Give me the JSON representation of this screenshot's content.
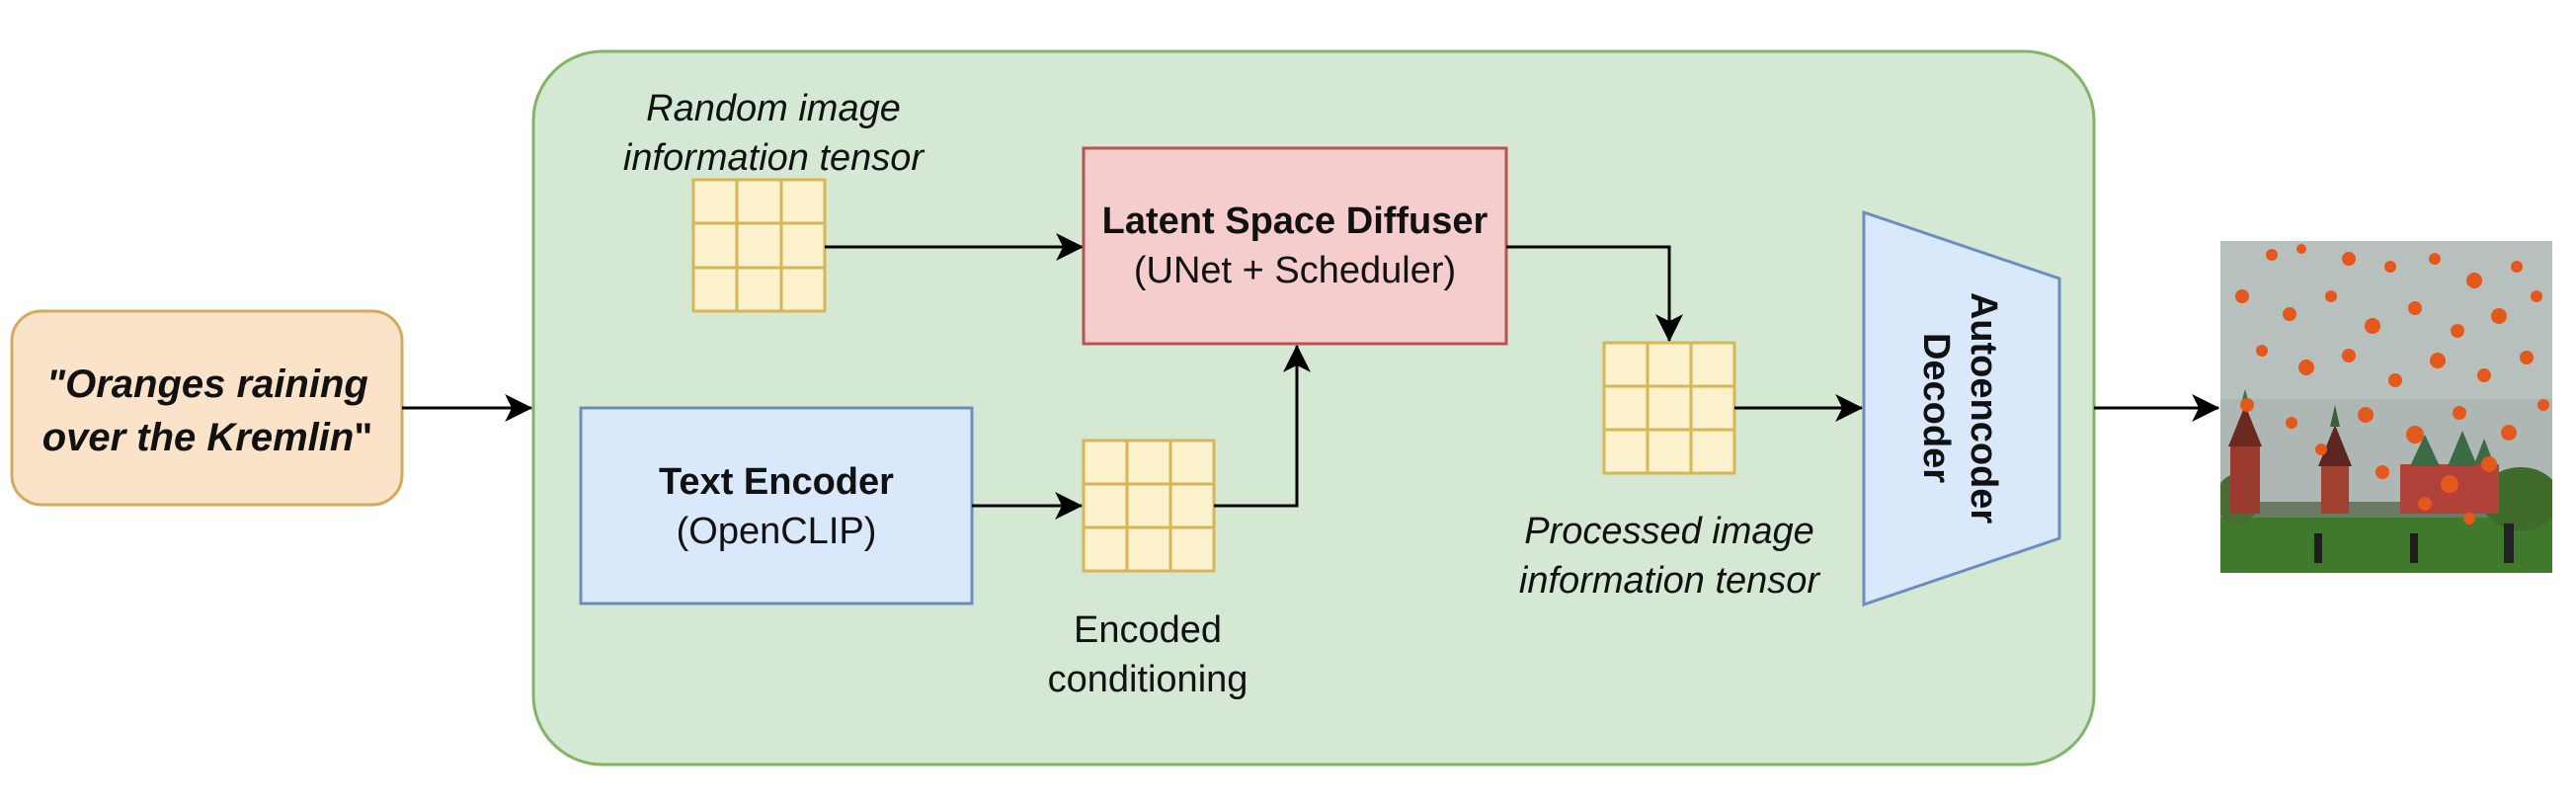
{
  "prompt": {
    "line1": "\"Oranges raining",
    "line2_italic": "over the Kremlin",
    "line2_end": "\""
  },
  "random_tensor": {
    "line1": "Random image",
    "line2": "information tensor"
  },
  "diffuser": {
    "title": "Latent Space Diffuser",
    "subtitle": "(UNet + Scheduler)"
  },
  "text_encoder": {
    "title": "Text Encoder",
    "subtitle": "(OpenCLIP)"
  },
  "encoded": {
    "line1": "Encoded",
    "line2": "conditioning"
  },
  "processed_tensor": {
    "line1": "Processed image",
    "line2": "information tensor"
  },
  "decoder": {
    "line1": "Autoencoder",
    "line2": "Decoder"
  },
  "colors": {
    "pipeline_fill": "#d5e8d4",
    "pipeline_stroke": "#82b366",
    "prompt_fill": "#fae3c8",
    "prompt_stroke": "#d6a95c",
    "tensor_fill": "#fbf1cd",
    "tensor_stroke": "#d6b656",
    "diffuser_fill": "#f4cdcc",
    "diffuser_stroke": "#b85450",
    "encoder_fill": "#dae8fc",
    "encoder_stroke": "#6c8ebf"
  }
}
